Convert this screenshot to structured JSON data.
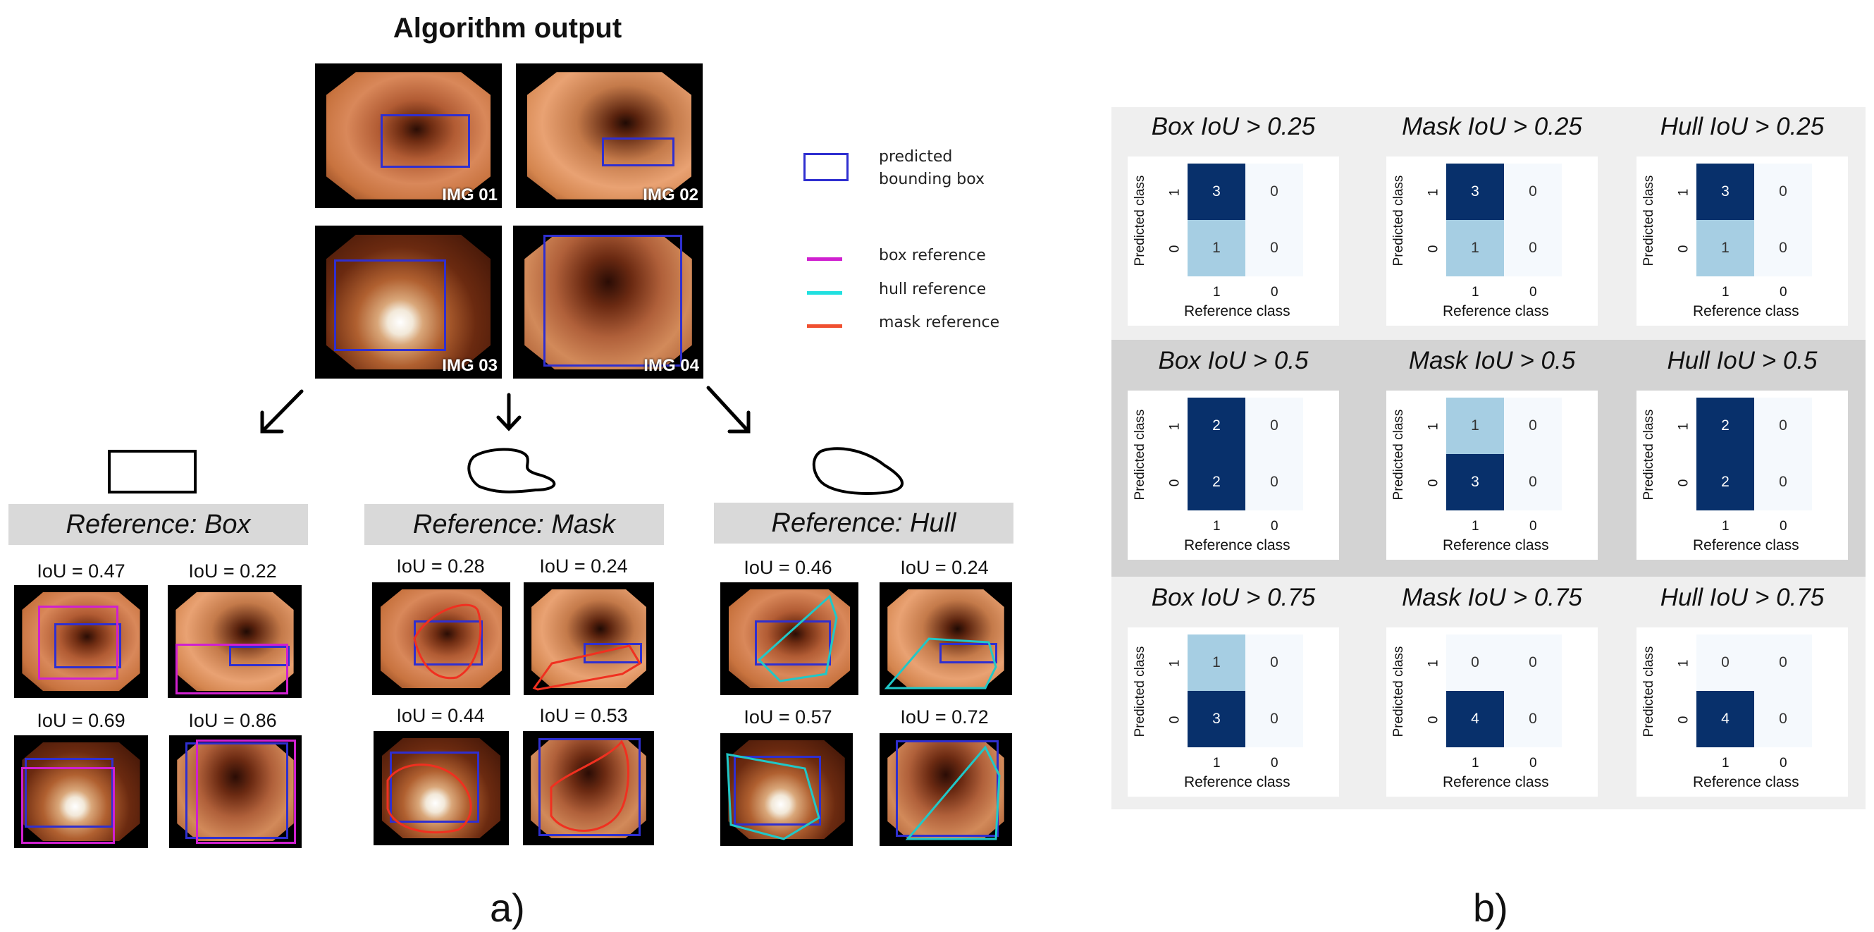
{
  "panel_a": {
    "title": "Algorithm output",
    "images": [
      {
        "label": "IMG 01"
      },
      {
        "label": "IMG 02"
      },
      {
        "label": "IMG 03"
      },
      {
        "label": "IMG 04"
      }
    ],
    "legend": {
      "predicted": "predicted\nbounding box",
      "box_ref": "box reference",
      "hull_ref": "hull reference",
      "mask_ref": "mask reference",
      "colors": {
        "predicted": "#2f2fd0",
        "box_ref": "#d020d0",
        "hull_ref": "#20e0e0",
        "mask_ref": "#f05030"
      }
    },
    "groups": [
      {
        "header": "Reference: Box",
        "ious": [
          "IoU = 0.47",
          "IoU = 0.22",
          "IoU = 0.69",
          "IoU = 0.86"
        ]
      },
      {
        "header": "Reference: Mask",
        "ious": [
          "IoU = 0.28",
          "IoU = 0.24",
          "IoU = 0.44",
          "IoU = 0.53"
        ]
      },
      {
        "header": "Reference: Hull",
        "ious": [
          "IoU = 0.46",
          "IoU = 0.24",
          "IoU = 0.57",
          "IoU = 0.72"
        ]
      }
    ],
    "label": "a)"
  },
  "panel_b": {
    "label": "b)",
    "ylabel": "Predicted class",
    "xlabel": "Reference class",
    "ticks": [
      "1",
      "0"
    ],
    "matrices": [
      {
        "title": "Box IoU > 0.25",
        "cells": [
          3,
          0,
          1,
          0
        ]
      },
      {
        "title": "Mask IoU > 0.25",
        "cells": [
          3,
          0,
          1,
          0
        ]
      },
      {
        "title": "Hull IoU > 0.25",
        "cells": [
          3,
          0,
          1,
          0
        ]
      },
      {
        "title": "Box IoU > 0.5",
        "cells": [
          2,
          0,
          2,
          0
        ]
      },
      {
        "title": "Mask IoU > 0.5",
        "cells": [
          1,
          0,
          3,
          0
        ]
      },
      {
        "title": "Hull IoU > 0.5",
        "cells": [
          2,
          0,
          2,
          0
        ]
      },
      {
        "title": "Box IoU > 0.75",
        "cells": [
          1,
          0,
          3,
          0
        ]
      },
      {
        "title": "Mask IoU > 0.75",
        "cells": [
          0,
          0,
          4,
          0
        ]
      },
      {
        "title": "Hull IoU > 0.75",
        "cells": [
          0,
          0,
          4,
          0
        ]
      }
    ],
    "colors": {
      "dark": "#08306b",
      "light": "#a6cee3",
      "empty": "#f5f9fd",
      "row_alt": "#d3d3d3",
      "row": "#efefef"
    }
  }
}
